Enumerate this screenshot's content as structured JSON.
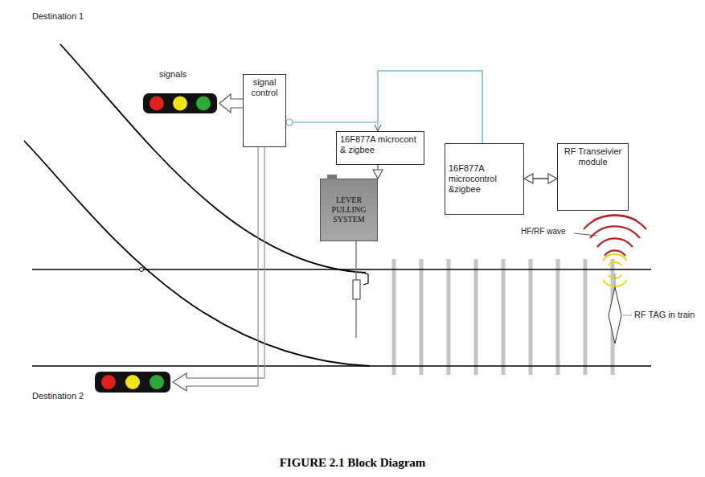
{
  "diagram": {
    "caption": "FIGURE 2.1 Block Diagram",
    "nodes": [
      {
        "text": [
          "signal control"
        ]
      },
      {
        "text": [
          "16F877A microcont & zigbee"
        ]
      },
      {
        "text": [
          "LEVER PULLING SYSTEM"
        ]
      },
      {
        "text": [
          "16F877A microcontrol &zigbee"
        ]
      },
      {
        "text": [
          "RF Transeivier module"
        ]
      }
    ],
    "edges": [
      {
        "from": 3,
        "to": 0,
        "arrow": "to"
      },
      {
        "from": 3,
        "to": 1,
        "arrow": "to"
      },
      {
        "from": 1,
        "to": 2,
        "arrow": "to"
      },
      {
        "from": 3,
        "to": 4,
        "arrow": "both"
      }
    ],
    "labels": [
      "Destination 1",
      "signals",
      "HF/RF wave",
      "RF TAG in train",
      "Destination 2"
    ]
  }
}
